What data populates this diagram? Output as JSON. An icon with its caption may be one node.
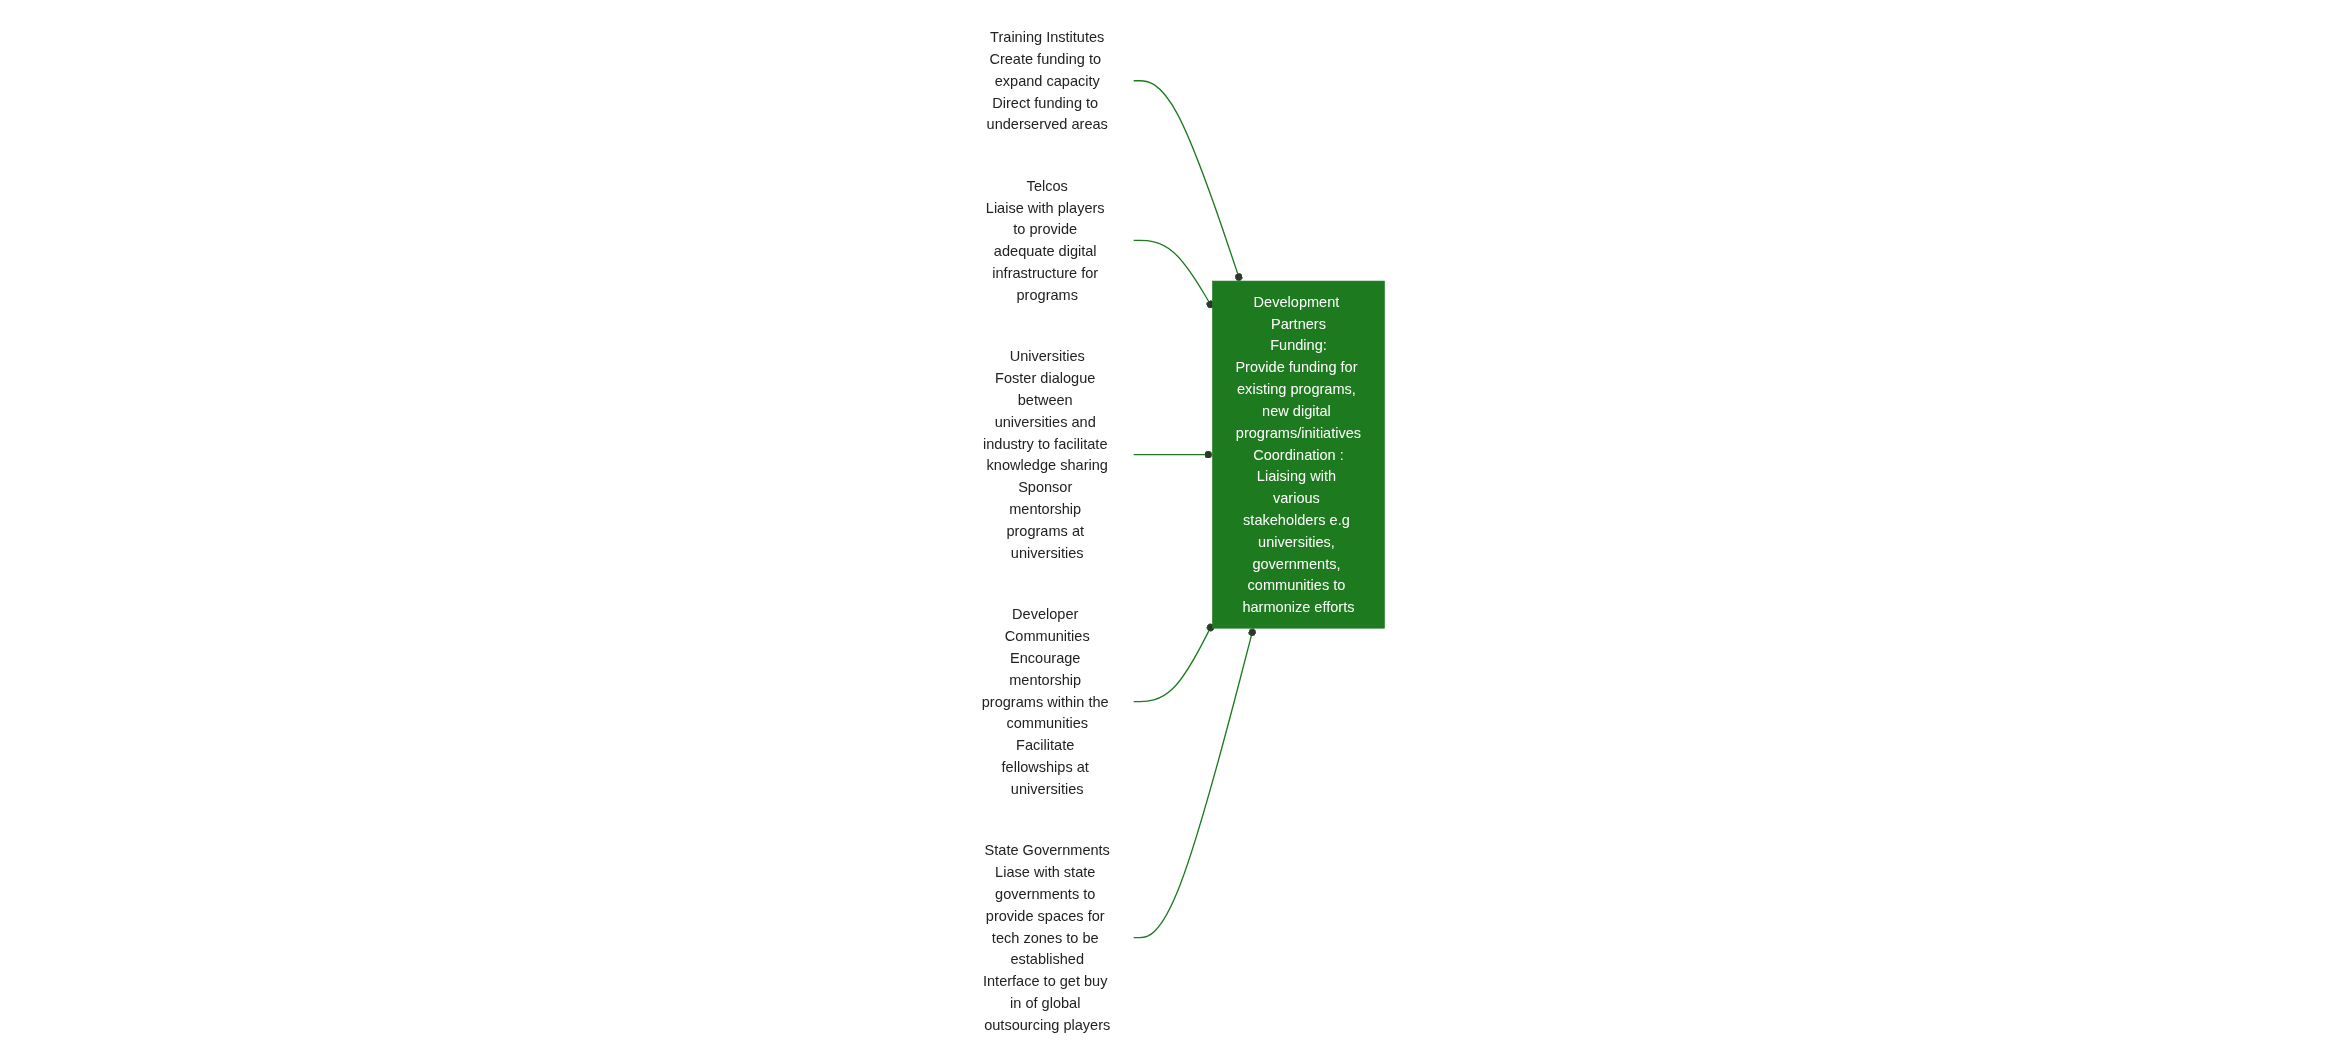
{
  "diagram": {
    "nodes": [
      {
        "text": [
          "Training Institutes",
          "Create funding to expand capacity",
          "Direct funding to underserved areas"
        ]
      },
      {
        "text": [
          "Telcos",
          "Liaise with players to provide adequate digital infrastructure for programs"
        ]
      },
      {
        "text": [
          "Development Partners",
          "Funding:",
          "Provide funding for existing programs, new digital programs/initiatives",
          "Coordination :",
          "Liaising with various stakeholders e.g universities, governments, communities to harmonize efforts"
        ]
      },
      {
        "text": [
          "Universities",
          "Foster dialogue between universities and industry to facilitate knowledge sharing",
          "Sponsor mentorship programs at universities"
        ]
      },
      {
        "text": [
          "Developer Communities",
          "Encourage mentorship programs within the communities",
          "Facilitate fellowships at universities"
        ]
      },
      {
        "text": [
          "State Governments",
          "Liase with state governments to provide spaces for tech zones to be established",
          "Interface to get buy in of global outsourcing players"
        ]
      }
    ],
    "edges": [
      {
        "from": 0,
        "to": 2,
        "arrow": "other"
      },
      {
        "from": 1,
        "to": 2,
        "arrow": "other"
      },
      {
        "from": 3,
        "to": 2,
        "arrow": "other"
      },
      {
        "from": 4,
        "to": 2,
        "arrow": "other"
      },
      {
        "from": 5,
        "to": 2,
        "arrow": "other"
      }
    ]
  }
}
